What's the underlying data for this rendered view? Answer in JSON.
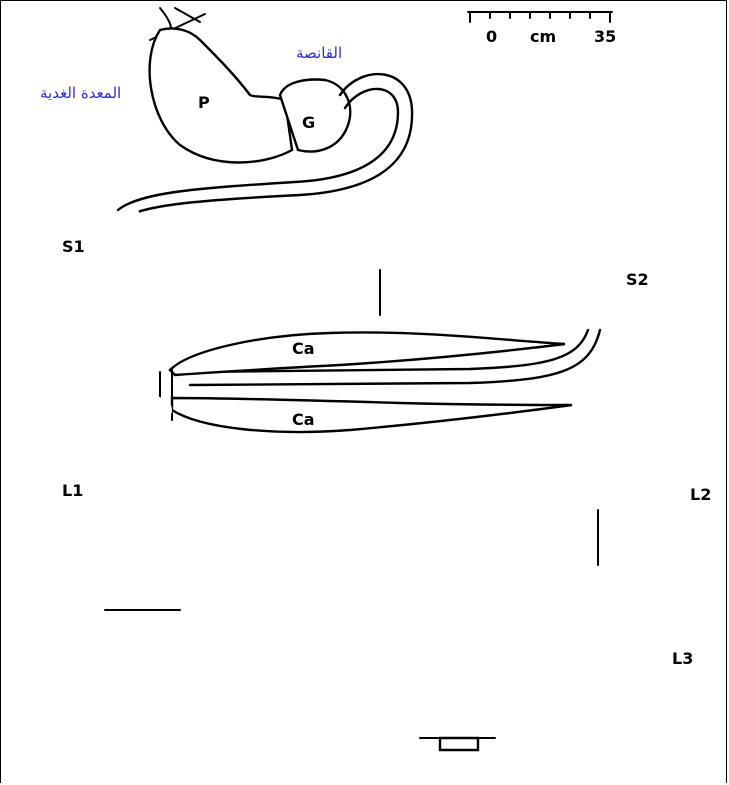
{
  "labels": {
    "proventriculus": "المعدة الغدية",
    "gizzard": "القانصة",
    "p": "P",
    "g": "G",
    "s1": "S1",
    "s2": "S2",
    "ca_top": "Ca",
    "ca_bottom": "Ca",
    "l1": "L1",
    "l2": "L2",
    "l3": "L3"
  },
  "scale": {
    "start": "0",
    "unit": "cm",
    "end": "35"
  },
  "colors": {
    "arabic_label": "#2b2bd6",
    "ink": "#000000"
  }
}
